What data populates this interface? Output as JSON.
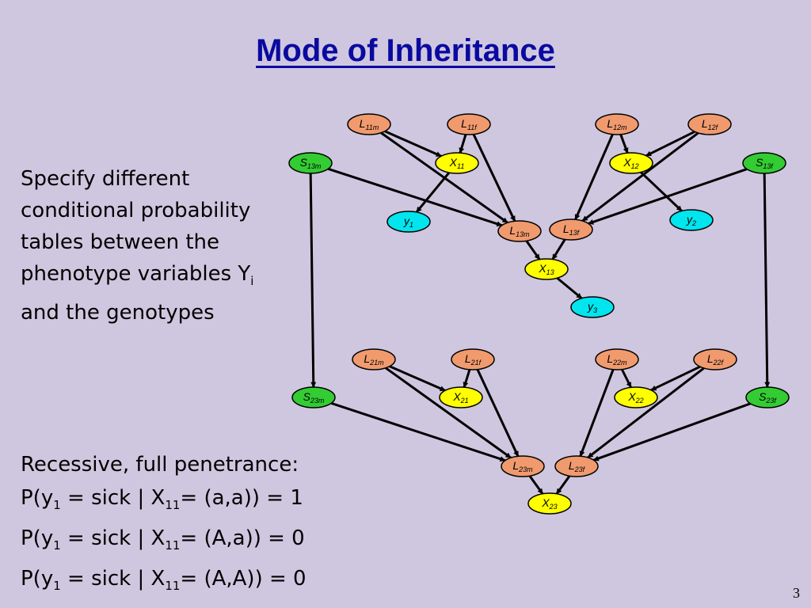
{
  "title": "Mode of Inheritance",
  "spec_text": {
    "line1": "Specify different",
    "line2": "conditional probability",
    "line3": "tables between the",
    "line4a": "phenotype variables Y",
    "line4sub": "i",
    "line5": "and the genotypes"
  },
  "rule_text": {
    "header": "Recessive, full penetrance:",
    "rows": [
      {
        "a": "P(y",
        "s1": "1",
        "b": " = sick | X",
        "s2": "11",
        "c": "= (a,a)) = 1"
      },
      {
        "a": "P(y",
        "s1": "1",
        "b": " = sick | X",
        "s2": "11",
        "c": "= (A,a)) = 0"
      },
      {
        "a": "P(y",
        "s1": "1",
        "b": " = sick | X",
        "s2": "11",
        "c": "= (A,A)) = 0"
      }
    ]
  },
  "page_number": "3",
  "colors": {
    "L": "#F09A6E",
    "X": "#FFFF00",
    "S": "#33CC33",
    "y": "#00E5EE"
  },
  "nodes": [
    {
      "id": "L11m",
      "base": "L",
      "sub": "11m",
      "type": "L"
    },
    {
      "id": "L11f",
      "base": "L",
      "sub": "11f",
      "type": "L"
    },
    {
      "id": "L12m",
      "base": "L",
      "sub": "12m",
      "type": "L"
    },
    {
      "id": "L12f",
      "base": "L",
      "sub": "12f",
      "type": "L"
    },
    {
      "id": "S13m",
      "base": "S",
      "sub": "13m",
      "type": "S"
    },
    {
      "id": "X11",
      "base": "X",
      "sub": "11",
      "type": "X"
    },
    {
      "id": "X12",
      "base": "X",
      "sub": "12",
      "type": "X"
    },
    {
      "id": "S13f",
      "base": "S",
      "sub": "13f",
      "type": "S"
    },
    {
      "id": "y1",
      "base": "y",
      "sub": "1",
      "type": "y"
    },
    {
      "id": "L13m",
      "base": "L",
      "sub": "13m",
      "type": "L"
    },
    {
      "id": "L13f",
      "base": "L",
      "sub": "13f",
      "type": "L"
    },
    {
      "id": "y2",
      "base": "y",
      "sub": "2",
      "type": "y"
    },
    {
      "id": "X13",
      "base": "X",
      "sub": "13",
      "type": "X"
    },
    {
      "id": "y3",
      "base": "y",
      "sub": "3",
      "type": "y"
    },
    {
      "id": "L21m",
      "base": "L",
      "sub": "21m",
      "type": "L"
    },
    {
      "id": "L21f",
      "base": "L",
      "sub": "21f",
      "type": "L"
    },
    {
      "id": "L22m",
      "base": "L",
      "sub": "22m",
      "type": "L"
    },
    {
      "id": "L22f",
      "base": "L",
      "sub": "22f",
      "type": "L"
    },
    {
      "id": "S23m",
      "base": "S",
      "sub": "23m",
      "type": "S"
    },
    {
      "id": "X21",
      "base": "X",
      "sub": "21",
      "type": "X"
    },
    {
      "id": "X22",
      "base": "X",
      "sub": "22",
      "type": "X"
    },
    {
      "id": "S23f",
      "base": "S",
      "sub": "23f",
      "type": "S"
    },
    {
      "id": "L23m",
      "base": "L",
      "sub": "23m",
      "type": "L"
    },
    {
      "id": "L23f",
      "base": "L",
      "sub": "23f",
      "type": "L"
    },
    {
      "id": "X23",
      "base": "X",
      "sub": "23",
      "type": "X"
    }
  ],
  "edges": [
    [
      "L11m",
      "X11"
    ],
    [
      "L11f",
      "X11"
    ],
    [
      "L11m",
      "L13m"
    ],
    [
      "L11f",
      "L13m"
    ],
    [
      "X11",
      "y1"
    ],
    [
      "S13m",
      "L13m"
    ],
    [
      "S13m",
      "S23m"
    ],
    [
      "L12m",
      "X12"
    ],
    [
      "L12f",
      "X12"
    ],
    [
      "L12m",
      "L13f"
    ],
    [
      "L12f",
      "L13f"
    ],
    [
      "X12",
      "y2"
    ],
    [
      "S13f",
      "L13f"
    ],
    [
      "S13f",
      "S23f"
    ],
    [
      "L13m",
      "X13"
    ],
    [
      "L13f",
      "X13"
    ],
    [
      "X13",
      "y3"
    ],
    [
      "L21m",
      "X21"
    ],
    [
      "L21f",
      "X21"
    ],
    [
      "L21m",
      "L23m"
    ],
    [
      "L21f",
      "L23m"
    ],
    [
      "S23m",
      "L23m"
    ],
    [
      "L22m",
      "X22"
    ],
    [
      "L22f",
      "X22"
    ],
    [
      "L22m",
      "L23f"
    ],
    [
      "L22f",
      "L23f"
    ],
    [
      "S23f",
      "L23f"
    ],
    [
      "L23m",
      "X23"
    ],
    [
      "L23f",
      "X23"
    ]
  ]
}
